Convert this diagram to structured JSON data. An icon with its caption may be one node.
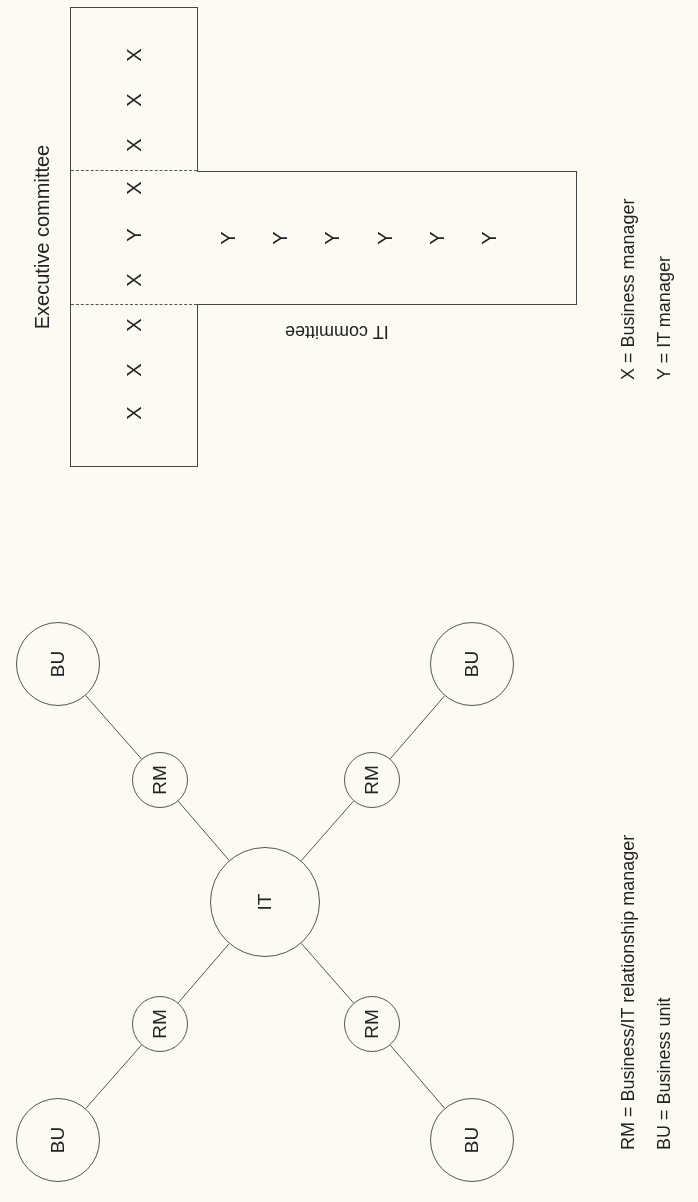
{
  "diagram": {
    "nodes": [
      {
        "text": [
          "BU"
        ]
      },
      {
        "text": [
          "BU"
        ]
      },
      {
        "text": [
          "RM"
        ]
      },
      {
        "text": [
          "RM"
        ]
      },
      {
        "text": [
          "IT"
        ]
      },
      {
        "text": [
          "RM"
        ]
      },
      {
        "text": [
          "RM"
        ]
      },
      {
        "text": [
          "BU"
        ]
      },
      {
        "text": [
          "BU"
        ]
      },
      {
        "text": [
          "Executive committee"
        ]
      },
      {
        "text": [
          "IT committee"
        ]
      }
    ],
    "edges": [
      {
        "from": 0,
        "to": 2,
        "arrow": "none"
      },
      {
        "from": 1,
        "to": 3,
        "arrow": "none"
      },
      {
        "from": 2,
        "to": 4,
        "arrow": "none"
      },
      {
        "from": 3,
        "to": 4,
        "arrow": "none"
      },
      {
        "from": 4,
        "to": 5,
        "arrow": "none"
      },
      {
        "from": 4,
        "to": 6,
        "arrow": "none"
      },
      {
        "from": 5,
        "to": 7,
        "arrow": "none"
      },
      {
        "from": 6,
        "to": 8,
        "arrow": "none"
      }
    ],
    "labels": [
      "X",
      "X",
      "X",
      "X",
      "Y",
      "X",
      "X",
      "X",
      "X",
      "Y",
      "Y",
      "Y",
      "Y",
      "Y",
      "Y",
      "RM = Business/IT relationship manager",
      "BU = Business unit",
      "X = Business manager",
      "Y = IT manager"
    ]
  }
}
